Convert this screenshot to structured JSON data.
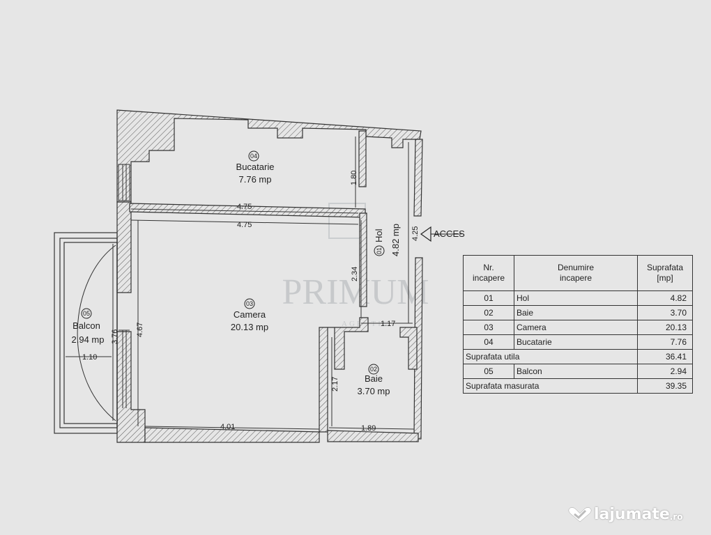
{
  "plan": {
    "rooms": [
      {
        "id": "01",
        "name": "Hol",
        "area": "4.82 mp"
      },
      {
        "id": "02",
        "name": "Baie",
        "area": "3.70 mp"
      },
      {
        "id": "03",
        "name": "Camera",
        "area": "20.13 mp"
      },
      {
        "id": "04",
        "name": "Bucatarie",
        "area": "7.76 mp"
      },
      {
        "id": "05",
        "name": "Balcon",
        "area": "2.94 mp"
      }
    ],
    "dimensions": {
      "kitchen_width": "4.75",
      "room_width": "4.75",
      "kitchen_depth": "1.80",
      "hall_length": "4.25",
      "hall_upper": "2.34",
      "hall_lower": "1.17",
      "room_height": "4.67",
      "balcony_length": "3.76",
      "balcony_width": "1.10",
      "room_bottom": "4.01",
      "bath_height": "2.17",
      "bath_width": "1.89"
    },
    "access_label": "ACCES"
  },
  "watermark": {
    "main": "PRIMUM",
    "sub": "AGENTIE"
  },
  "table": {
    "headers": [
      "Nr.\nincapere",
      "Denumire\nincapere",
      "Suprafata\n[mp]"
    ],
    "rows": [
      {
        "nr": "01",
        "name": "Hol",
        "area": "4.82"
      },
      {
        "nr": "02",
        "name": "Baie",
        "area": "3.70"
      },
      {
        "nr": "03",
        "name": "Camera",
        "area": "20.13"
      },
      {
        "nr": "04",
        "name": "Bucatarie",
        "area": "7.76"
      }
    ],
    "utila_label": "Suprafata utila",
    "utila_value": "36.41",
    "balcon_row": {
      "nr": "05",
      "name": "Balcon",
      "area": "2.94"
    },
    "masurata_label": "Suprafata masurata",
    "masurata_value": "39.35"
  },
  "brand": {
    "name": "lajumate",
    "tld": ".ro"
  }
}
